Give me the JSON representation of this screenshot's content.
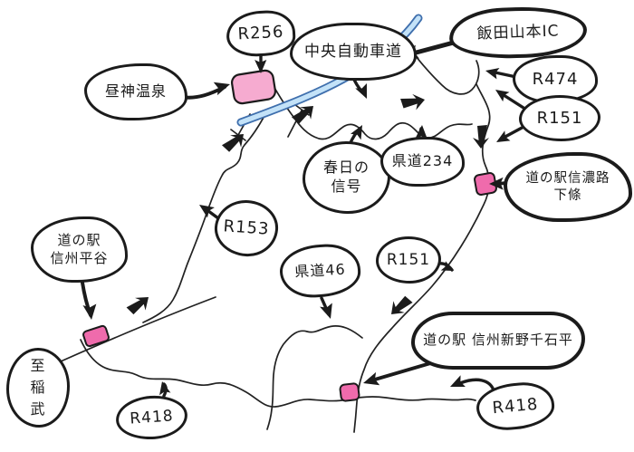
{
  "colors": {
    "ink": "#1b1b1b",
    "expressway_fill": "#c3e2f8",
    "expressway_edge": "#3f6fad",
    "ic_marker": "#f4e93f",
    "poi_marker": "#ef6bac",
    "onsen_marker": "#f6abd0"
  },
  "bubbles": {
    "r256": "R256",
    "chuo_expressway": "中央自動車道",
    "iida_yamamoto_ic": "飯田山本IC",
    "r474": "R474",
    "r151_north": "R151",
    "hirugami_onsen": "昼神温泉",
    "kasuga_signal": "春日の\n信号",
    "kendo_234": "県道234",
    "michinoeki_shinanoji_shimojo": "道の駅信濃路\n下條",
    "r153": "R153",
    "michinoeki_shinshu_hiraya": "道の駅\n信州平谷",
    "kendo_46": "県道46",
    "r151_south": "R151",
    "michinoeki_shinshu_niino_sengokudaira": "道の駅 信州新野千石平",
    "r418_east": "R418",
    "r418_west": "R418",
    "to_inabu": "至\n稲\n武"
  }
}
